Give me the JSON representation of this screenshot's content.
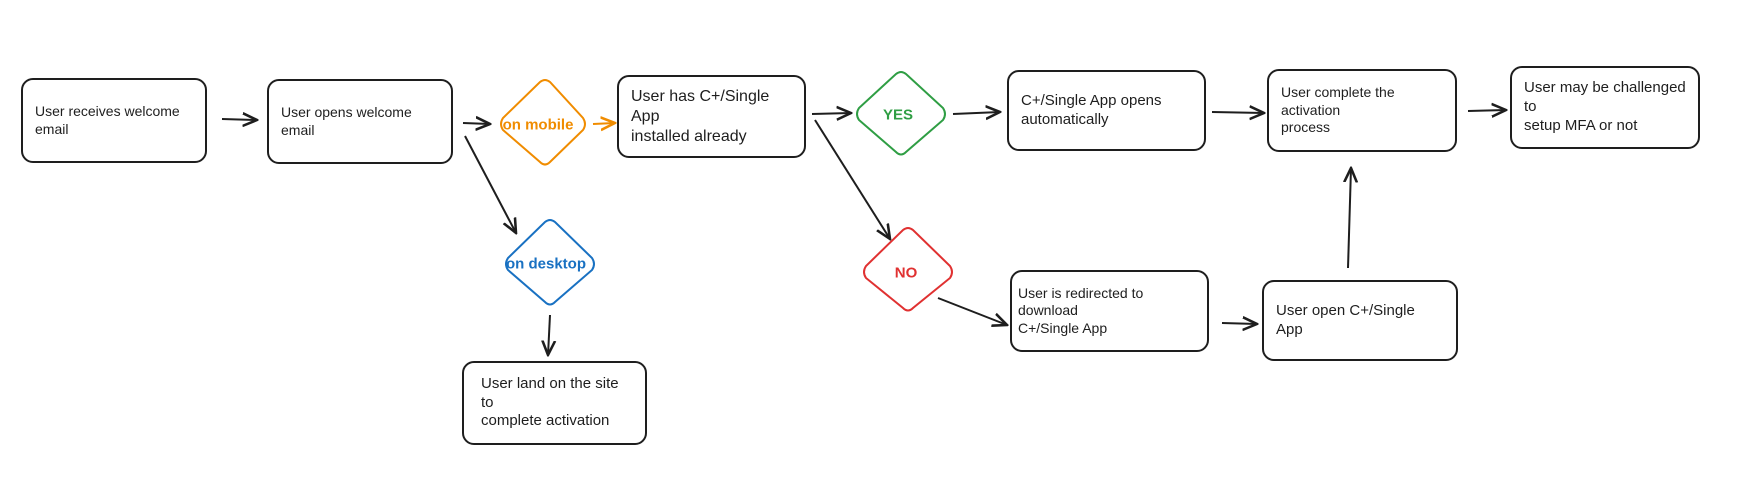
{
  "colors": {
    "stroke": "#1e1e1e",
    "mobile": "#f08c00",
    "desktop": "#1971c2",
    "yes": "#2f9e44",
    "no": "#e03131"
  },
  "nodes": {
    "receive_email": "User receives welcome email",
    "open_email": "User opens welcome email",
    "has_app": "User has C+/Single App\ninstalled already",
    "app_opens": "C+/Single App opens\nautomatically",
    "complete_activation": "User complete the activation\nprocess",
    "mfa": "User may be challenged to\nsetup MFA or not",
    "land_site": "User land on the site to\ncomplete activation",
    "redirect_download": "User is redirected to download\nC+/Single App",
    "open_app": "User open C+/Single App"
  },
  "decisions": {
    "on_mobile": "on mobile",
    "on_desktop": "on desktop",
    "yes": "YES",
    "no": "NO"
  }
}
